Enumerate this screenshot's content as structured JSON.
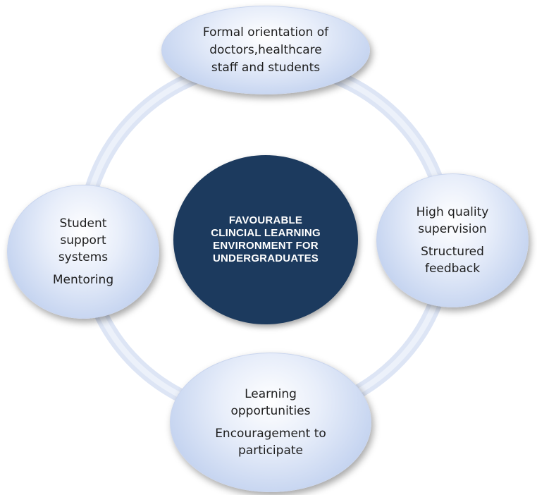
{
  "center": {
    "lines": [
      "FAVOURABLE",
      "CLINCIAL LEARNING",
      "ENVIRONMENT FOR",
      "UNDERGRADUATES"
    ]
  },
  "nodes": {
    "top": {
      "groups": [
        [
          "Formal orientation of",
          "doctors,healthcare",
          "staff and students"
        ]
      ]
    },
    "right": {
      "groups": [
        [
          "High quality",
          "supervision"
        ],
        [
          "Structured",
          "feedback"
        ]
      ]
    },
    "bottom": {
      "groups": [
        [
          "Learning",
          "opportunities"
        ],
        [
          "Encouragement to",
          "participate"
        ]
      ]
    },
    "left": {
      "groups": [
        [
          "Student",
          "support",
          "systems"
        ],
        [
          "Mentoring"
        ]
      ]
    }
  },
  "colors": {
    "center_fill": "#1c3a5e",
    "ring": "#dde5f5",
    "node_fill": "#c5d4f0"
  }
}
